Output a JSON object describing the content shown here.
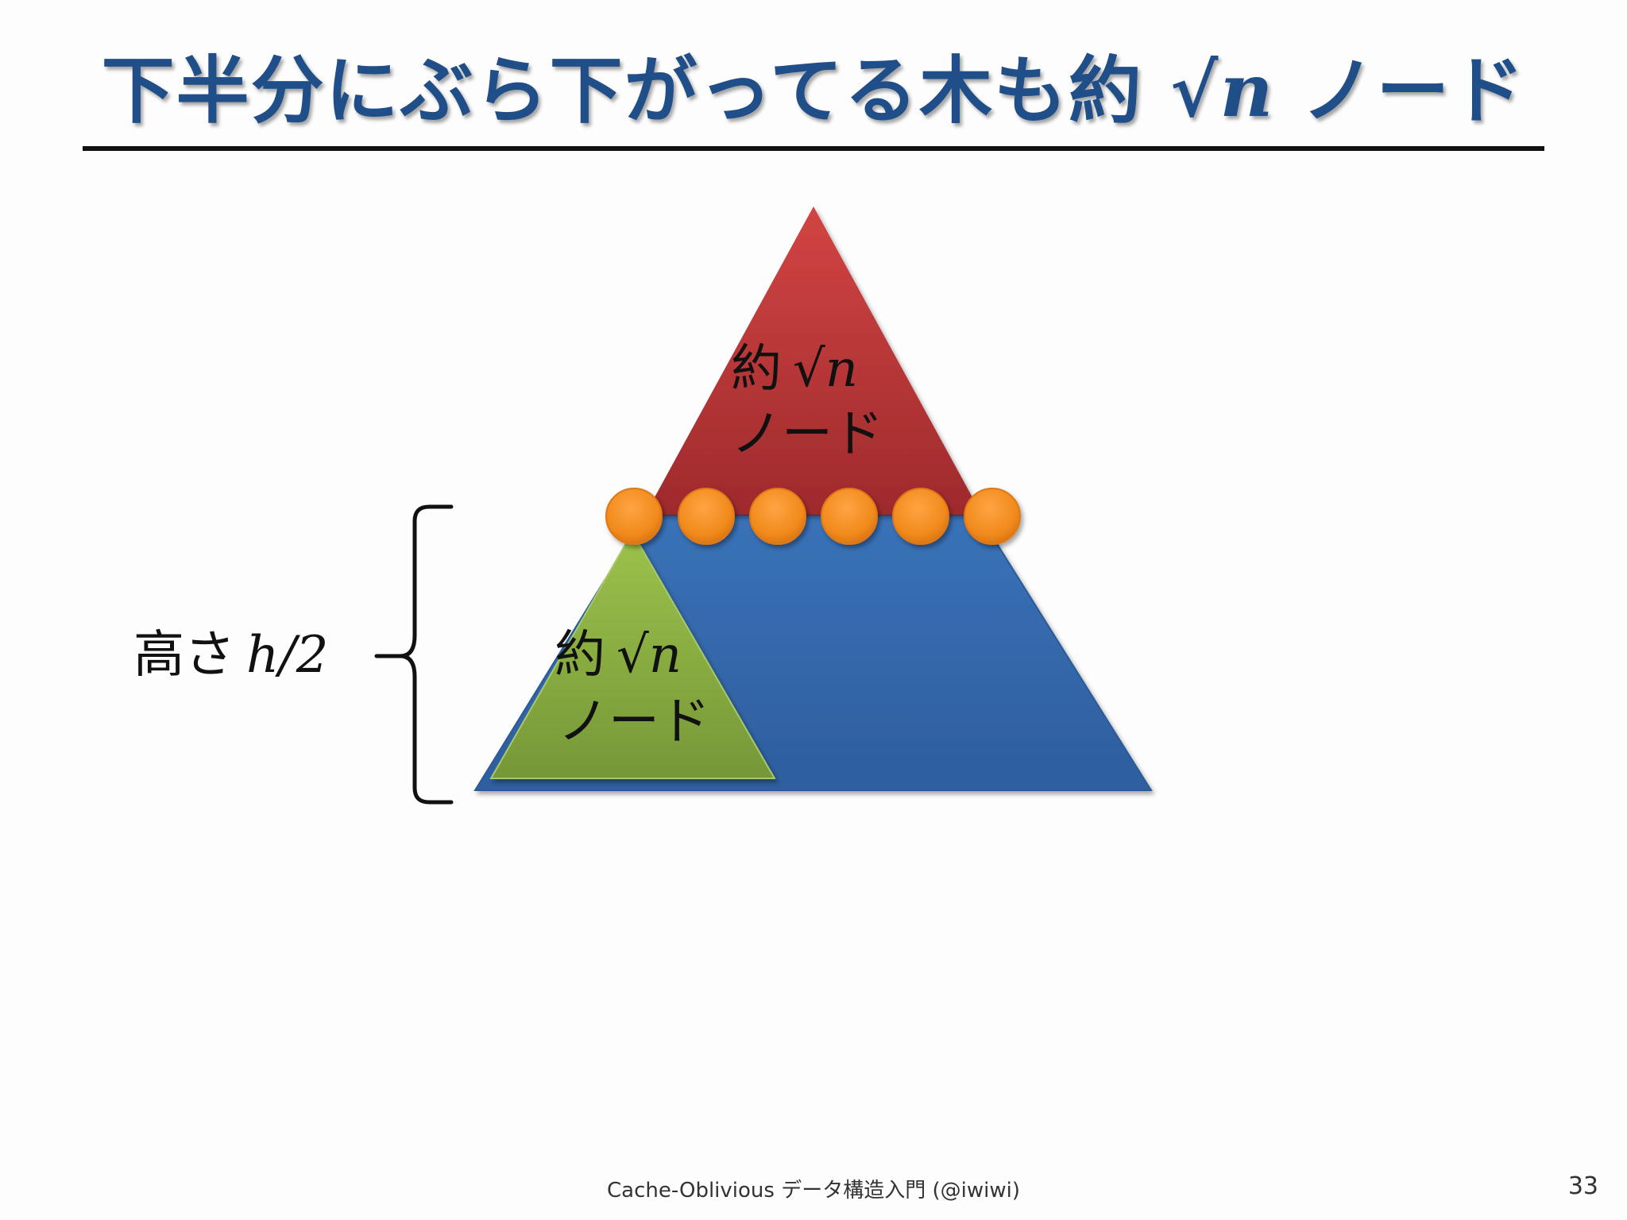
{
  "slide": {
    "title_text": "下半分にぶら下がってる木も約",
    "title_math": "√n",
    "title_suffix": "ノード",
    "top_triangle": {
      "line1_text": "約",
      "line1_math": "√n",
      "line2": "ノード"
    },
    "sub_triangle": {
      "line1_text": "約",
      "line1_math": "√n",
      "line2": "ノード"
    },
    "height_label_text": "高さ",
    "height_label_math": "h/2",
    "nodes_count": 6,
    "footer": "Cache-Oblivious データ構造入門 (@iwiwi)",
    "page_number": "33"
  },
  "colors": {
    "title": "#1f4e89",
    "top_triangle": "#c0392b",
    "bottom_triangle": "#2f67aa",
    "sub_triangle": "#8cb43f",
    "node": "#f28a1e"
  },
  "icons": [
    "left-brace-icon",
    "sqrt-symbol"
  ]
}
